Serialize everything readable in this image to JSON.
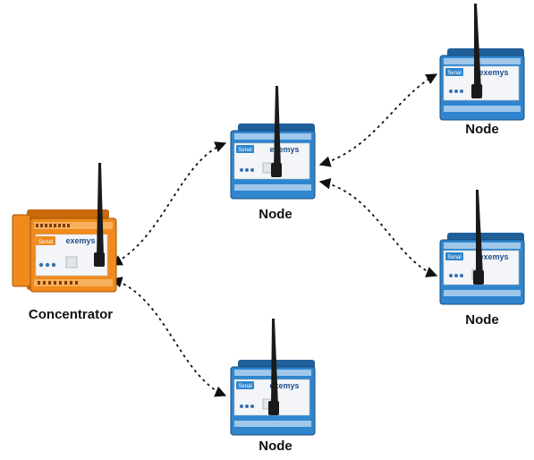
{
  "concentrator": {
    "label": "Concentrator",
    "brand": "exemys",
    "badge": "Senal",
    "color": "#f08a1c",
    "color_dark": "#c9690b"
  },
  "nodes": [
    {
      "label": "Node",
      "brand": "exemys",
      "badge": "Senal"
    },
    {
      "label": "Node",
      "brand": "exemys",
      "badge": "Senal"
    },
    {
      "label": "Node",
      "brand": "exemys",
      "badge": "Senal"
    },
    {
      "label": "Node",
      "brand": "exemys",
      "badge": "Senal"
    }
  ],
  "colors": {
    "node_body": "#2f86cf",
    "node_dark": "#1f5f9a",
    "panel": "#f3f5f8",
    "antenna": "#1a1a1a",
    "link": "#111111"
  },
  "links": [
    {
      "from": "concentrator",
      "to": "node-1",
      "style": "dotted",
      "arrows": "both"
    },
    {
      "from": "concentrator",
      "to": "node-4",
      "style": "dotted",
      "arrows": "both"
    },
    {
      "from": "node-1",
      "to": "node-2",
      "style": "dotted",
      "arrows": "both"
    },
    {
      "from": "node-1",
      "to": "node-3",
      "style": "dotted",
      "arrows": "both"
    }
  ]
}
